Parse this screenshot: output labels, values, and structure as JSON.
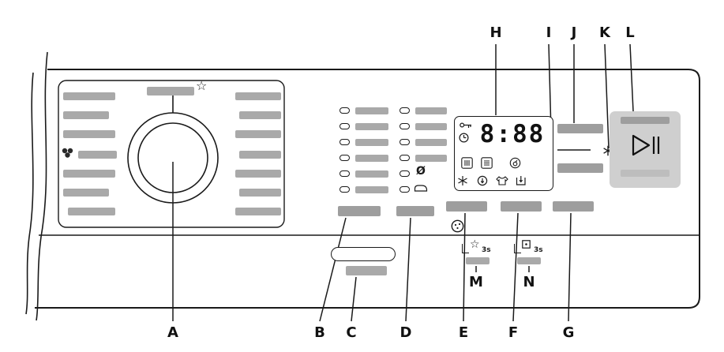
{
  "callouts": {
    "A": "A",
    "B": "B",
    "C": "C",
    "D": "D",
    "E": "E",
    "F": "F",
    "G": "G",
    "H": "H",
    "I": "I",
    "J": "J",
    "K": "K",
    "L": "L",
    "M": "M",
    "N": "N"
  },
  "display": {
    "digits": "8:88"
  },
  "icons": {
    "star": "☆",
    "no_spin": "Ø"
  },
  "hold_hints": {
    "m": "3s",
    "n": "3s"
  },
  "colors": {
    "line": "#1a1a1a",
    "bar": "#a9a9a9",
    "start_panel": "#cfcfcf"
  }
}
